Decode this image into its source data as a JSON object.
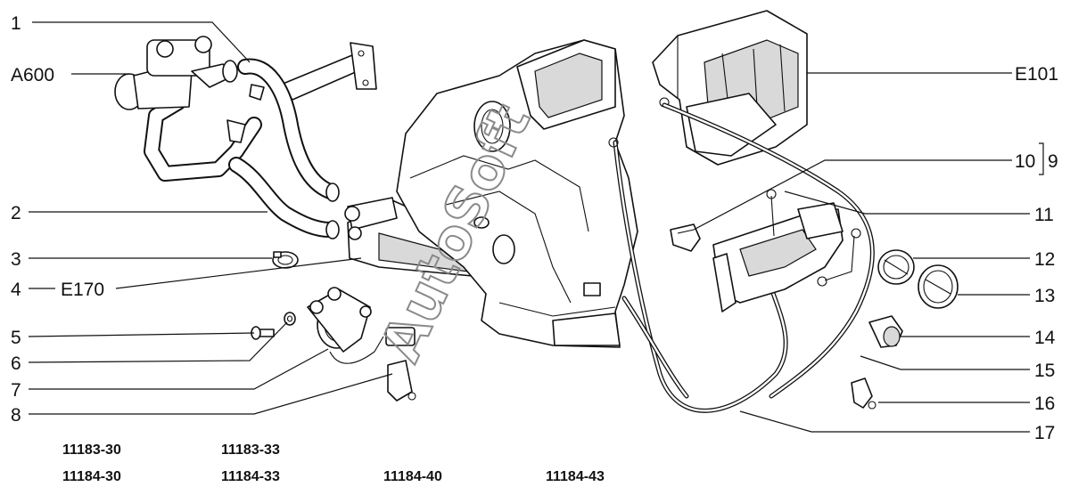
{
  "diagram": {
    "callouts": {
      "c1": "1",
      "c2": "2",
      "c3": "3",
      "c4": "4",
      "c5": "5",
      "c6": "6",
      "c7": "7",
      "c8": "8",
      "c9": "9",
      "c10": "10",
      "c11": "11",
      "c12": "12",
      "c13": "13",
      "c14": "14",
      "c15": "15",
      "c16": "16",
      "c17": "17",
      "a600": "A600",
      "e170": "E170",
      "e101": "E101"
    },
    "model_codes": [
      "11183-30",
      "11183-33",
      "11184-30",
      "11184-33",
      "11184-40",
      "11184-43"
    ],
    "watermark": "AutoSoft"
  }
}
